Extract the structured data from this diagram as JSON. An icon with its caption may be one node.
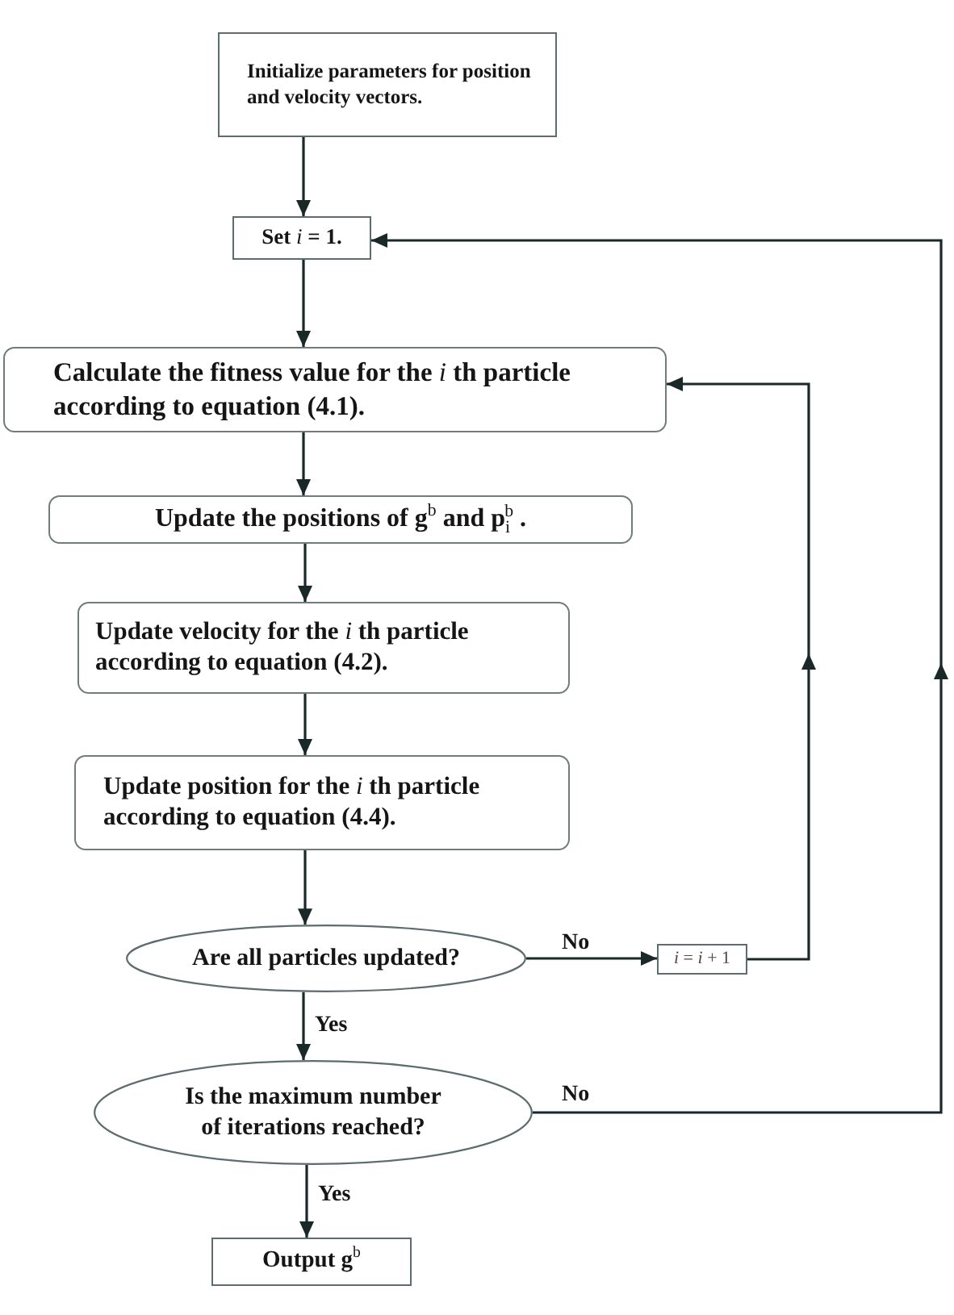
{
  "diagram": {
    "nodes": [
      {
        "text": [
          "Initialize parameters for position and velocity vectors."
        ]
      },
      {
        "text": [
          "Set *i* = 1."
        ]
      },
      {
        "text": [
          "Calculate the fitness value for the *i* th particle according to equation (4.1)."
        ]
      },
      {
        "text": [
          "Update the positions of g$^{b}$ and p$_{i}$$^{b}$ ."
        ]
      },
      {
        "text": [
          "Update velocity for the *i* th particle according to equation (4.2)."
        ]
      },
      {
        "text": [
          "Update position for the *i* th particle according to equation (4.4)."
        ]
      },
      {
        "text": [
          "Are all particles updated?"
        ]
      },
      {
        "text": [
          "*i* = *i* + 1"
        ]
      },
      {
        "text": [
          "Is the maximum number of iterations reached?"
        ]
      },
      {
        "text": [
          "Output g$^{b}$"
        ]
      }
    ],
    "edges": [
      {
        "from": 0,
        "to": 1,
        "arrow": "to"
      },
      {
        "from": 1,
        "to": 2,
        "arrow": "to"
      },
      {
        "from": 2,
        "to": 3,
        "arrow": "to"
      },
      {
        "from": 3,
        "to": 4,
        "arrow": "to"
      },
      {
        "from": 4,
        "to": 5,
        "arrow": "to"
      },
      {
        "from": 5,
        "to": 6,
        "arrow": "to"
      },
      {
        "from": 6,
        "to": 7,
        "arrow": "to",
        "label": "No"
      },
      {
        "from": 7,
        "to": 2,
        "arrow": "to"
      },
      {
        "from": 6,
        "to": 8,
        "arrow": "to",
        "label": "Yes"
      },
      {
        "from": 8,
        "to": 1,
        "arrow": "to",
        "label": "No"
      },
      {
        "from": 8,
        "to": 9,
        "arrow": "to",
        "label": "Yes"
      }
    ]
  }
}
